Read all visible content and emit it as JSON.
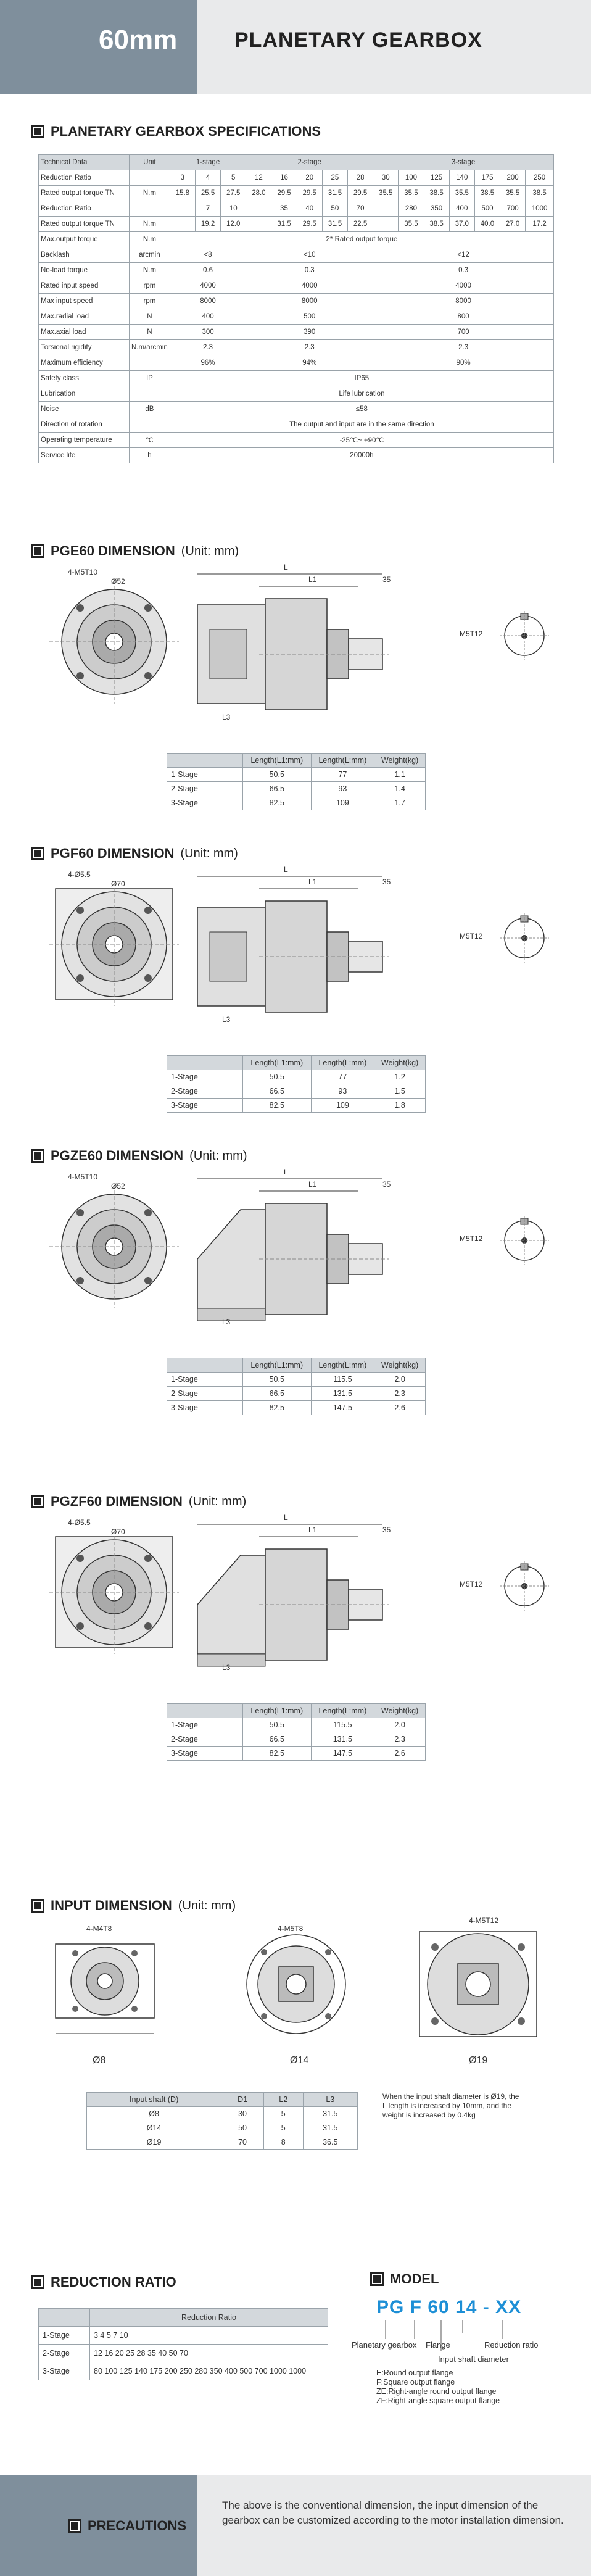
{
  "header": {
    "size": "60mm",
    "title": "PLANETARY GEARBOX"
  },
  "spec": {
    "section_title": "PLANETARY GEARBOX SPECIFICATIONS",
    "head": {
      "label": "Technical Data",
      "unit": "Unit",
      "s1": "1-stage",
      "s2": "2-stage",
      "s3": "3-stage"
    },
    "ratio_row1": {
      "label": "Reduction Ratio",
      "unit": "",
      "cells": [
        "3",
        "4",
        "5",
        "12",
        "16",
        "20",
        "25",
        "28",
        "30",
        "100",
        "125",
        "140",
        "175",
        "200",
        "250"
      ]
    },
    "torque_row1": {
      "label": "Rated output torque TN",
      "unit": "N.m",
      "cells": [
        "15.8",
        "25.5",
        "27.5",
        "28.0",
        "29.5",
        "29.5",
        "31.5",
        "29.5",
        "35.5",
        "35.5",
        "38.5",
        "35.5",
        "38.5",
        "35.5",
        "38.5"
      ]
    },
    "ratio_row2": {
      "label": "Reduction Ratio",
      "unit": "",
      "cells": [
        "7",
        "10",
        "35",
        "40",
        "50",
        "70",
        "280",
        "350",
        "400",
        "500",
        "700",
        "1000"
      ]
    },
    "torque_row2": {
      "label": "Rated output torque TN",
      "unit": "N.m",
      "cells": [
        "19.2",
        "12.0",
        "31.5",
        "29.5",
        "31.5",
        "22.5",
        "35.5",
        "38.5",
        "37.0",
        "40.0",
        "27.0",
        "17.2"
      ]
    },
    "rows": [
      {
        "label": "Max.output torque",
        "unit": "N.m",
        "all": "2* Rated output torque"
      },
      {
        "label": "Backlash",
        "unit": "arcmin",
        "s1": "<8",
        "s2": "<10",
        "s3": "<12"
      },
      {
        "label": "No-load torque",
        "unit": "N.m",
        "s1": "0.6",
        "s2": "0.3",
        "s3": "0.3"
      },
      {
        "label": "Rated input speed",
        "unit": "rpm",
        "s1": "4000",
        "s2": "4000",
        "s3": "4000"
      },
      {
        "label": "Max input speed",
        "unit": "rpm",
        "s1": "8000",
        "s2": "8000",
        "s3": "8000"
      },
      {
        "label": "Max.radial load",
        "unit": "N",
        "s1": "400",
        "s2": "500",
        "s3": "800"
      },
      {
        "label": "Max.axial load",
        "unit": "N",
        "s1": "300",
        "s2": "390",
        "s3": "700"
      },
      {
        "label": "Torsional rigidity",
        "unit": "N.m/arcmin",
        "s1": "2.3",
        "s2": "2.3",
        "s3": "2.3"
      },
      {
        "label": "Maximum efficiency",
        "unit": "",
        "s1": "96%",
        "s2": "94%",
        "s3": "90%"
      },
      {
        "label": "Safety class",
        "unit": "IP",
        "all": "IP65"
      },
      {
        "label": "Lubrication",
        "unit": "",
        "all": "Life lubrication"
      },
      {
        "label": "Noise",
        "unit": "dB",
        "all": "≤58"
      },
      {
        "label": "Direction of rotation",
        "unit": "",
        "all": "The output and input are in the same direction"
      },
      {
        "label": "Operating temperature",
        "unit": "℃",
        "all": "-25℃~ +90℃"
      },
      {
        "label": "Service life",
        "unit": "h",
        "all": "20000h"
      }
    ]
  },
  "dims": [
    {
      "title": "PGE60 DIMENSION",
      "unit": "(Unit:  mm)",
      "labels": {
        "a": "4-M5T10",
        "b": "Ø52",
        "c": "L",
        "d": "L1",
        "e": "35",
        "f": "L3",
        "g": "M5T12"
      },
      "table": {
        "head": [
          "",
          "Length(L1:mm)",
          "Length(L:mm)",
          "Weight(kg)"
        ],
        "rows": [
          [
            "1-Stage",
            "50.5",
            "77",
            "1.1"
          ],
          [
            "2-Stage",
            "66.5",
            "93",
            "1.4"
          ],
          [
            "3-Stage",
            "82.5",
            "109",
            "1.7"
          ]
        ]
      }
    },
    {
      "title": "PGF60 DIMENSION",
      "unit": "(Unit:  mm)",
      "labels": {
        "a": "4-Ø5.5",
        "b": "Ø70",
        "c": "L",
        "d": "L1",
        "e": "35",
        "f": "L3",
        "g": "M5T12"
      },
      "table": {
        "head": [
          "",
          "Length(L1:mm)",
          "Length(L:mm)",
          "Weight(kg)"
        ],
        "rows": [
          [
            "1-Stage",
            "50.5",
            "77",
            "1.2"
          ],
          [
            "2-Stage",
            "66.5",
            "93",
            "1.5"
          ],
          [
            "3-Stage",
            "82.5",
            "109",
            "1.8"
          ]
        ]
      }
    },
    {
      "title": "PGZE60 DIMENSION",
      "unit": "(Unit:  mm)",
      "labels": {
        "a": "4-M5T10",
        "b": "Ø52",
        "c": "L",
        "d": "L1",
        "e": "35",
        "f": "L3",
        "g": "M5T12"
      },
      "table": {
        "head": [
          "",
          "Length(L1:mm)",
          "Length(L:mm)",
          "Weight(kg)"
        ],
        "rows": [
          [
            "1-Stage",
            "50.5",
            "115.5",
            "2.0"
          ],
          [
            "2-Stage",
            "66.5",
            "131.5",
            "2.3"
          ],
          [
            "3-Stage",
            "82.5",
            "147.5",
            "2.6"
          ]
        ]
      }
    },
    {
      "title": "PGZF60 DIMENSION",
      "unit": "(Unit:  mm)",
      "labels": {
        "a": "4-Ø5.5",
        "b": "Ø70",
        "c": "L",
        "d": "L1",
        "e": "35",
        "f": "L3",
        "g": "M5T12"
      },
      "table": {
        "head": [
          "",
          "Length(L1:mm)",
          "Length(L:mm)",
          "Weight(kg)"
        ],
        "rows": [
          [
            "1-Stage",
            "50.5",
            "115.5",
            "2.0"
          ],
          [
            "2-Stage",
            "66.5",
            "131.5",
            "2.3"
          ],
          [
            "3-Stage",
            "82.5",
            "147.5",
            "2.6"
          ]
        ]
      }
    }
  ],
  "input": {
    "title": "INPUT DIMENSION",
    "unit": "(Unit:  mm)",
    "captions": [
      "Ø8",
      "Ø14",
      "Ø19"
    ],
    "labels": {
      "a": "4-M4T8",
      "b": "4-M5T8",
      "c": "4-M5T12"
    },
    "table": {
      "head": [
        "Input shaft (D)",
        "D1",
        "L2",
        "L3"
      ],
      "rows": [
        [
          "Ø8",
          "30",
          "5",
          "31.5"
        ],
        [
          "Ø14",
          "50",
          "5",
          "31.5"
        ],
        [
          "Ø19",
          "70",
          "8",
          "36.5"
        ]
      ]
    },
    "note": "When the input shaft diameter is Ø19, the L length is increased by 10mm, and the weight is increased by 0.4kg"
  },
  "reduction": {
    "title": "REDUCTION RATIO",
    "table": {
      "head": "Reduction Ratio",
      "rows": [
        [
          "1-Stage",
          "3   4   5   7   10"
        ],
        [
          "2-Stage",
          "12 16 20 25 28 35 40 50 70"
        ],
        [
          "3-Stage",
          "80 100 125 140 175 200 250 280 350 400 500 700 1000 1000"
        ]
      ]
    }
  },
  "model": {
    "title": "MODEL",
    "code": "PG F 60 14 - XX",
    "labels": {
      "gearbox": "Planetary gearbox",
      "flange": "Flange",
      "ratio": "Reduction ratio",
      "shaft": "Input shaft diameter"
    },
    "options": [
      "E:Round output flange",
      "F:Square output flange",
      "ZE:Right-angle round output flange",
      "ZF:Right-angle square output flange"
    ]
  },
  "footer": {
    "title": "PRECAUTIONS",
    "text": "The above is the conventional dimension, the input dimension of the gearbox can be customized according to the motor installation dimension."
  }
}
